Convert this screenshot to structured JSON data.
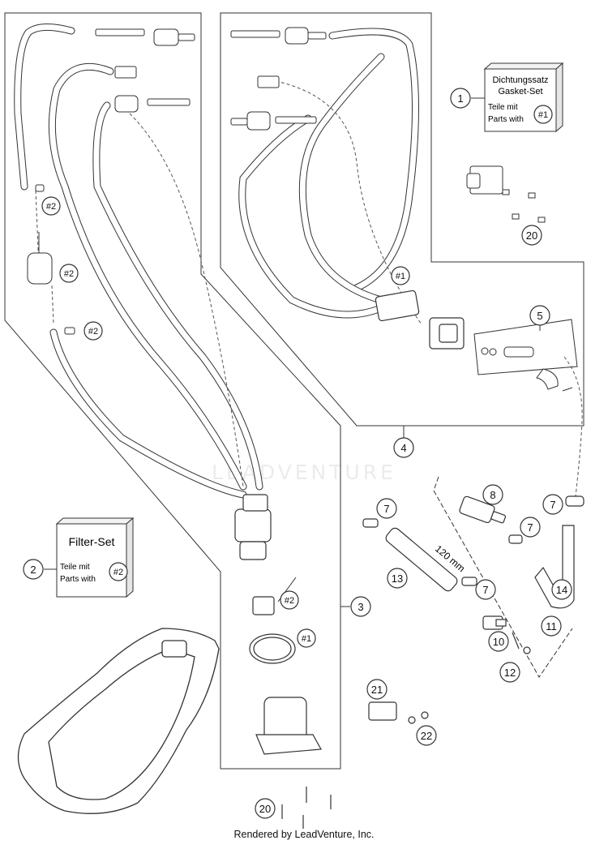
{
  "watermark": "LEADVENTURE",
  "footer": "Rendered by LeadVenture, Inc.",
  "callouts": {
    "c1": "1",
    "c2": "2",
    "c3": "3",
    "c4": "4",
    "c5": "5",
    "c7a": "7",
    "c7b": "7",
    "c7c": "7",
    "c7d": "7",
    "c8": "8",
    "c10": "10",
    "c11": "11",
    "c12": "12",
    "c13": "13",
    "c14": "14",
    "c20a": "20",
    "c20b": "20",
    "c21": "21",
    "c22": "22"
  },
  "ref_markers": {
    "ref1_box": "#1",
    "ref1_harness": "#1",
    "ref1_gasket": "#1",
    "ref2_box": "#2",
    "ref2_upper": "#2",
    "ref2_filter": "#2",
    "ref2_lower": "#2",
    "ref2_pump": "#2"
  },
  "gasket_set_box": {
    "title_de": "Dichtungssatz",
    "title_en": "Gasket-Set",
    "line1": "Teile mit",
    "line2": "Parts with"
  },
  "filter_set_box": {
    "title": "Filter-Set",
    "line1": "Teile mit",
    "line2": "Parts with"
  },
  "hose_length_label": "120 mm",
  "colors": {
    "line": "#222222",
    "hose_fill": "#ffffff",
    "watermark": "#e4e4e4"
  }
}
